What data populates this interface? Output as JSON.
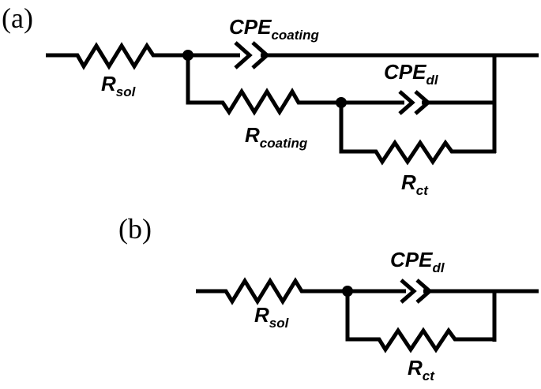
{
  "circuit_a": {
    "panel_label": "(a)",
    "r_sol": {
      "main": "R",
      "sub": "sol"
    },
    "cpe_coating": {
      "main": "CPE",
      "sub": "coating"
    },
    "r_coating": {
      "main": "R",
      "sub": "coating"
    },
    "cpe_dl": {
      "main": "CPE",
      "sub": "dl"
    },
    "r_ct": {
      "main": "R",
      "sub": "ct"
    }
  },
  "circuit_b": {
    "panel_label": "(b)",
    "r_sol": {
      "main": "R",
      "sub": "sol"
    },
    "cpe_dl": {
      "main": "CPE",
      "sub": "dl"
    },
    "r_ct": {
      "main": "R",
      "sub": "ct"
    }
  }
}
